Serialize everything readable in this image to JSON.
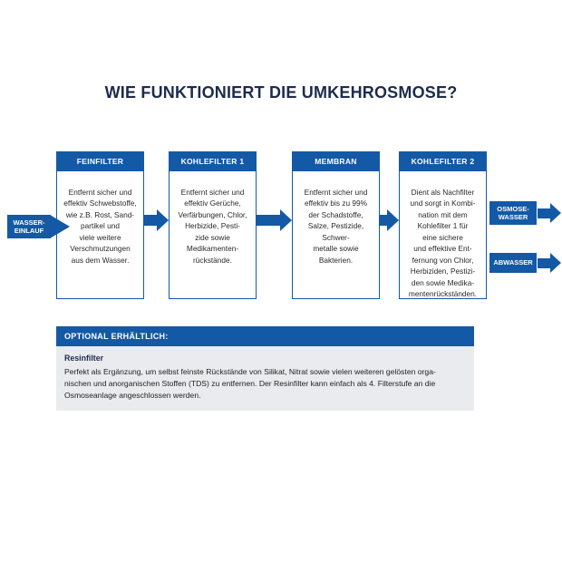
{
  "title": "WIE FUNKTIONIERT DIE UMKEHROSMOSE?",
  "colors": {
    "primary_blue": "#1459a5",
    "title_navy": "#1d2b4d",
    "optional_body_bg": "#e9ebee"
  },
  "input": {
    "label": "WASSER-\nEINLAUF"
  },
  "filters": [
    {
      "header": "FEINFILTER",
      "body": "Entfernt sicher und\neffektiv Schwebstoffe,\nwie z.B.  Rost, Sand-\npartikel und\nviele weitere\nVerschmutzungen\naus dem Wasser."
    },
    {
      "header": "KOHLEFILTER 1",
      "body": "Entfernt sicher und\neffektiv Gerüche,\nVerfärbungen, Chlor,\nHerbizide, Pesti-\nzide sowie\nMedikamenten-\nrückstände."
    },
    {
      "header": "MEMBRAN",
      "body": "Entfernt sicher und\neffektiv bis zu 99%\nder Schadstoffe,\nSalze, Pestizide,\nSchwer-\nmetalle sowie\nBakterien."
    },
    {
      "header": "KOHLEFILTER 2",
      "body": "Dient als Nachfilter\nund sorgt in Kombi-\nnation mit dem\nKohlefilter 1 für\neine sichere\nund effektive Ent-\nfernung von Chlor,\nHerbiziden, Pestizi-\nden sowie Medika-\nmentenrückständen."
    }
  ],
  "outputs": [
    {
      "label": "OSMOSE-\nWASSER"
    },
    {
      "label": "ABWASSER"
    }
  ],
  "optional": {
    "header": "OPTIONAL ERHÄLTLICH:",
    "subtitle": "Resinfilter",
    "body": "Perfekt als Ergänzung, um selbst feinste Rückstände von Silikat, Nitrat sowie vielen weiteren gelösten orga-\nnischen und anorganischen Stoffen (TDS) zu entfernen. Der Resinfilter kann einfach als 4. Filterstufe an die\nOsmoseanlage angeschlossen werden."
  }
}
